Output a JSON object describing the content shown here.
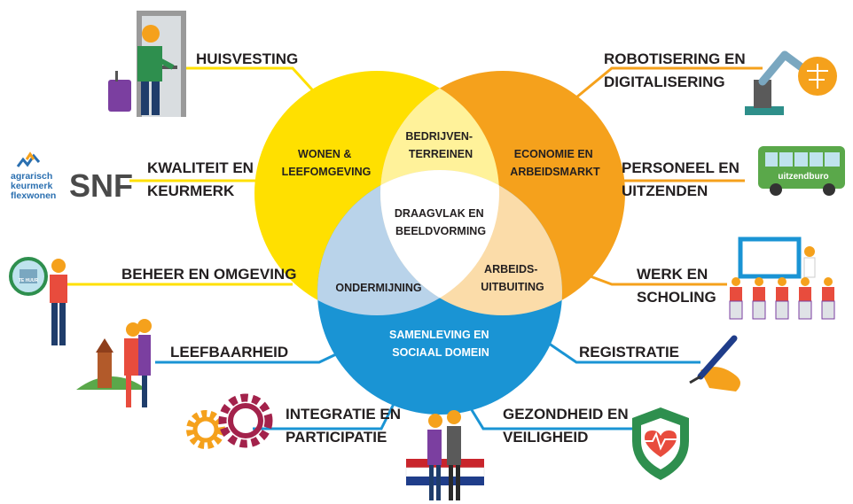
{
  "circles": {
    "wonen": [
      "WONEN &",
      "LEEFOMGEVING"
    ],
    "economie": [
      "ECONOMIE EN",
      "ARBEIDSMARKT"
    ],
    "samenleving": [
      "SAMENLEVING EN",
      "SOCIAAL DOMEIN"
    ]
  },
  "overlaps": {
    "bedrijven": [
      "BEDRIJVEN-",
      "TERREINEN"
    ],
    "draagvlak": [
      "DRAAGVLAK EN",
      "BEELDVORMING"
    ],
    "arbeids": [
      "ARBEIDS-",
      "UITBUITING"
    ],
    "ondermijning": "ONDERMIJNING"
  },
  "topics": {
    "huisvesting": "HUISVESTING",
    "kwaliteit": [
      "KWALITEIT EN",
      "KEURMERK"
    ],
    "beheer": "BEHEER EN OMGEVING",
    "leefbaarheid": "LEEFBAARHEID",
    "integratie": [
      "INTEGRATIE EN",
      "PARTICIPATIE"
    ],
    "gezondheid": [
      "GEZONDHEID EN",
      "VEILIGHEID"
    ],
    "registratie": "REGISTRATIE",
    "werk": [
      "WERK EN",
      "SCHOLING"
    ],
    "personeel": [
      "PERSONEEL EN",
      "UITZENDEN"
    ],
    "robotisering": [
      "ROBOTISERING EN",
      "DIGITALISERING"
    ]
  },
  "logos": {
    "agrarisch": [
      "agrarisch",
      "keurmerk",
      "flexwonen"
    ],
    "snf": "SNF"
  },
  "icon_texts": {
    "bus": "uitzendburo",
    "magnifier": "TE HUUR"
  },
  "colors": {
    "yellow": "#ffe000",
    "orange": "#f5a11c",
    "blue": "#1a94d4"
  }
}
